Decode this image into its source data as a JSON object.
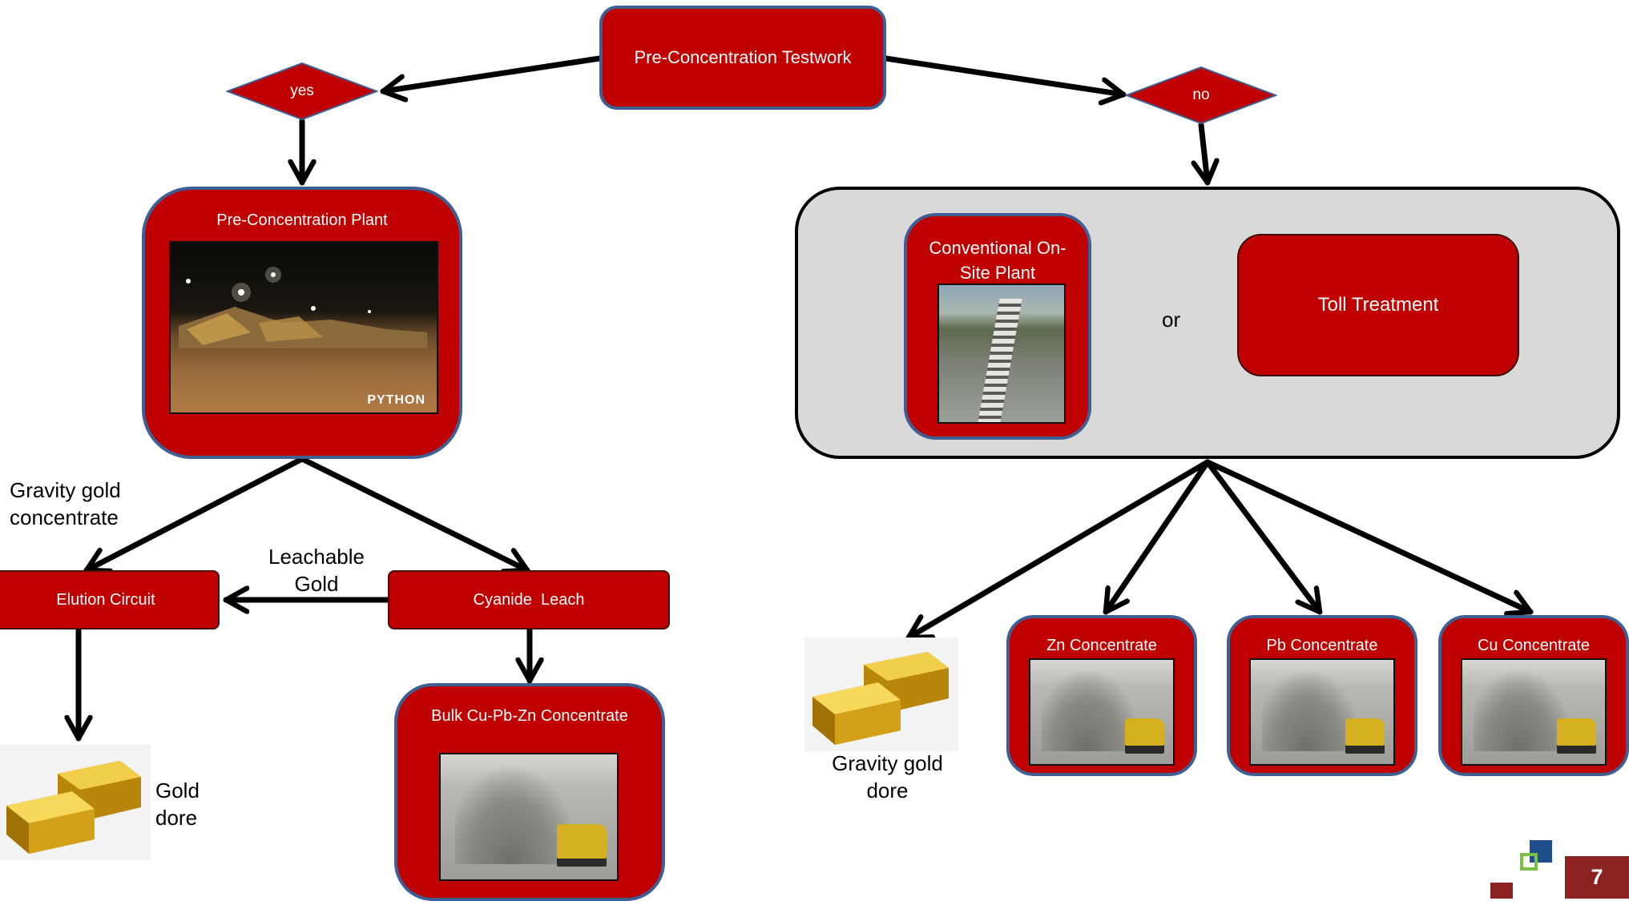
{
  "colors": {
    "box_red": "#c00000",
    "box_border_blue": "#3d5f93",
    "panel_gray": "#d9d9d9",
    "arrow": "#000000",
    "page_badge": "#8b2323"
  },
  "start": {
    "label": "Pre-Concentration Testwork"
  },
  "decisions": {
    "yes": "yes",
    "no": "no"
  },
  "left_branch": {
    "plant_title": "Pre-Concentration Plant",
    "plant_photo_watermark": "PYTHON",
    "gravity_label": "Gravity gold concentrate",
    "elution_label": "Elution Circuit",
    "cyanide_label": "Cyanide  Leach",
    "leachable_label": "Leachable Gold",
    "gold_dore_label": "Gold dore",
    "bulk_title": "Bulk Cu-Pb-Zn Concentrate"
  },
  "right_branch": {
    "conventional_title": "Conventional On-Site Plant",
    "or_text": "or",
    "toll_label": "Toll Treatment",
    "gravity_dore_label": "Gravity gold dore",
    "concentrates": [
      {
        "label": "Zn Concentrate"
      },
      {
        "label": "Pb Concentrate"
      },
      {
        "label": "Cu Concentrate"
      }
    ]
  },
  "page_number": "7",
  "icons": {
    "gold_bars": "gold-bars-icon",
    "corner_squares": "decorative-squares-icon"
  }
}
